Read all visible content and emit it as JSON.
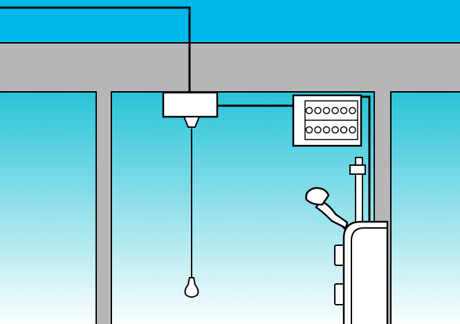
{
  "diagram": {
    "subject": "shower-electrical-wiring",
    "components": [
      {
        "id": "ceiling-switch",
        "kind": "pull-cord-switch"
      },
      {
        "id": "consumer-unit",
        "kind": "fuse-box",
        "circuit_breakers": 12
      },
      {
        "id": "electric-shower",
        "kind": "shower-unit"
      }
    ],
    "connections": [
      {
        "from": "supply",
        "to": "ceiling-switch"
      },
      {
        "from": "ceiling-switch",
        "to": "consumer-unit"
      },
      {
        "from": "consumer-unit",
        "to": "electric-shower"
      }
    ]
  },
  "colors": {
    "sky": "#00b8ea",
    "wall": "#b6b6b8",
    "tile_top": "#21c1d6",
    "tile_bottom": "#ffffff",
    "line": "#000000",
    "device": "#ffffff"
  }
}
